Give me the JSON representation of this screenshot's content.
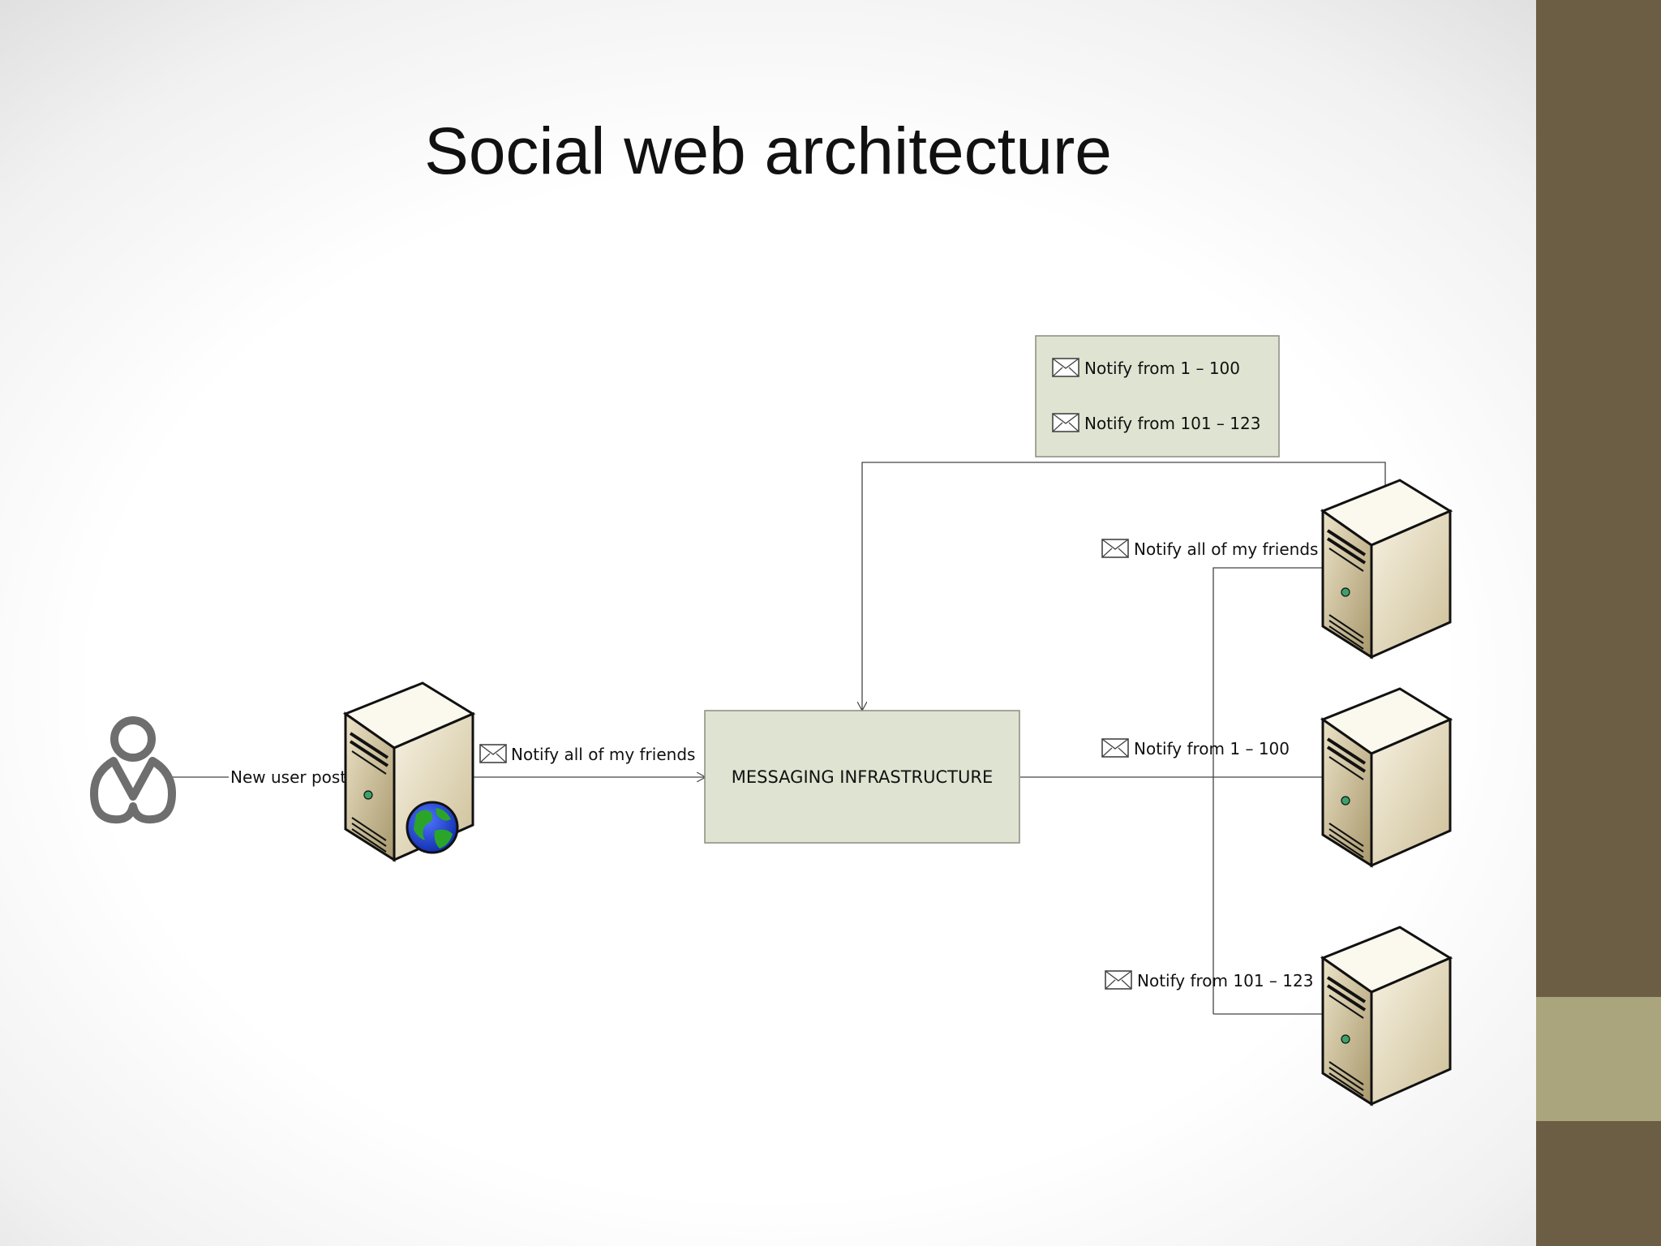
{
  "title": "Social web architecture",
  "colors": {
    "box_fill": "#dfe3d1",
    "box_stroke": "#8c8c80",
    "sidebar": "#6b5e45",
    "sidebar_accent": "#aba57d",
    "server_front": "#d7cdb0",
    "server_side": "#b8a980",
    "user_icon": "#6e6e6e",
    "globe_water": "#1d3fd8",
    "globe_land": "#2aa52a"
  },
  "nodes": {
    "user": {
      "icon": "user-icon"
    },
    "web_server": {
      "icon": "web-server-icon"
    },
    "messaging": {
      "label": "MESSAGING INFRASTRUCTURE"
    },
    "queue_box": {
      "items": [
        "Notify from 1 – 100",
        "Notify from 101 – 123"
      ]
    },
    "servers": [
      "server-icon",
      "server-icon",
      "server-icon"
    ]
  },
  "edges": {
    "user_to_web": "New user post",
    "web_to_messaging": "Notify all of my friends",
    "to_server_1": "Notify all of my friends",
    "to_server_2": "Notify from 1 – 100",
    "to_server_3": "Notify from 101 – 123"
  }
}
